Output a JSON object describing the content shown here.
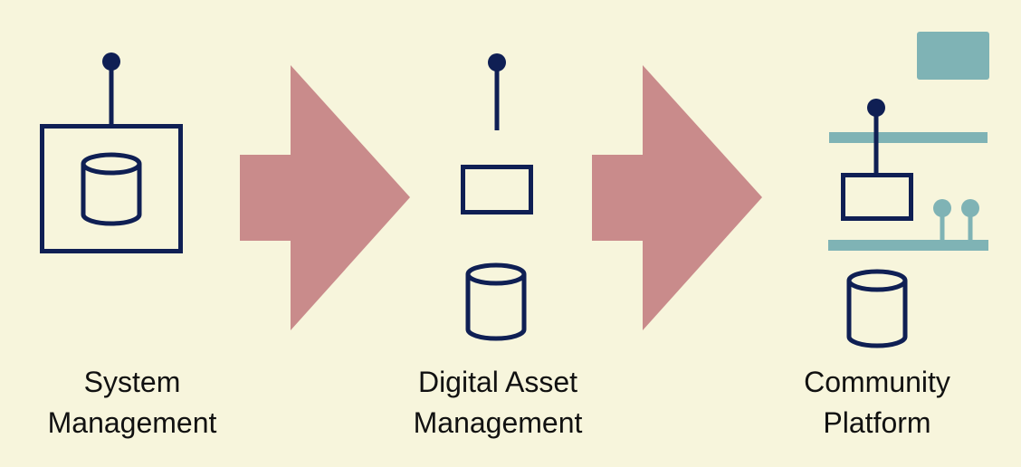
{
  "colors": {
    "background": "#f7f5dc",
    "ink": "#0f1f54",
    "arrow": "#c98b8b",
    "accent": "#7fb3b5"
  },
  "stages": [
    {
      "label": "System\nManagement",
      "icon": "enclosed-database-with-antenna-icon"
    },
    {
      "label": "Digital Asset\nManagement",
      "icon": "antenna-box-database-icon"
    },
    {
      "label": "Community\nPlatform",
      "icon": "platform-with-shelves-database-icon"
    }
  ],
  "connectors": [
    {
      "icon": "arrow-right-icon",
      "from": 1,
      "to": 2
    },
    {
      "icon": "arrow-right-icon",
      "from": 2,
      "to": 3
    }
  ]
}
